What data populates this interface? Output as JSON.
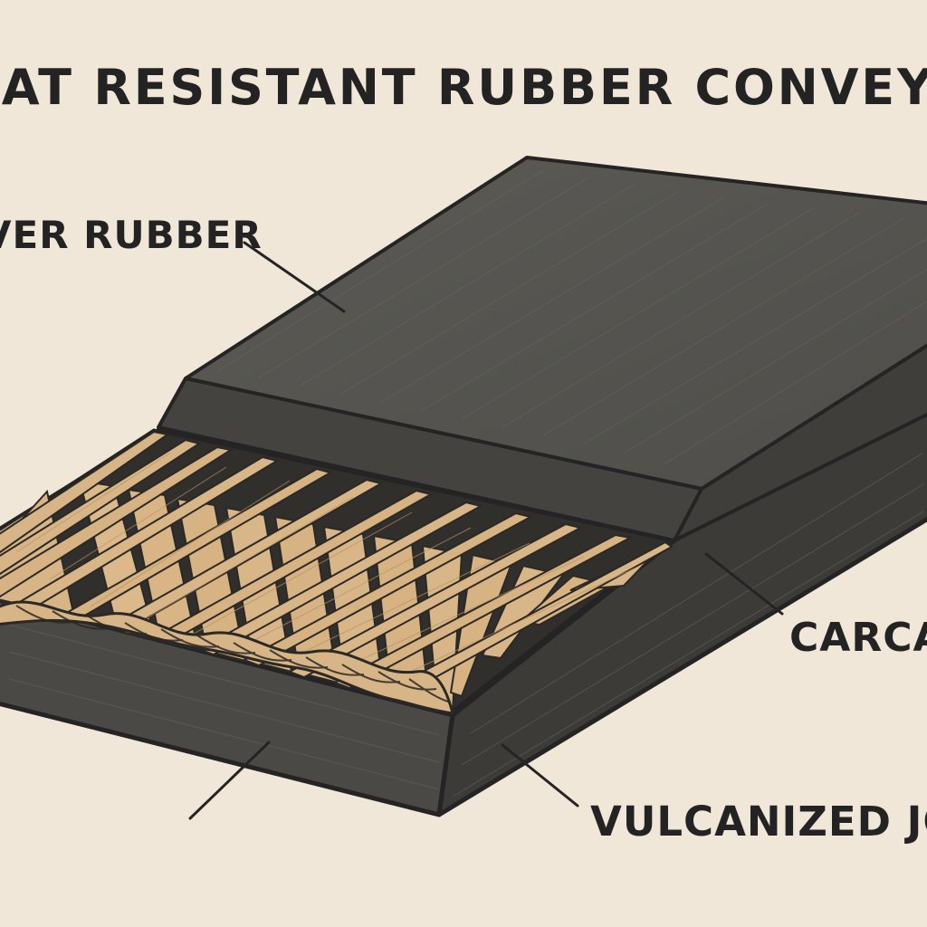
{
  "title": "EAT RESISTANT RUBBER CONVEYOR BEL",
  "labels": {
    "cover_rubber": "VER RUBBER",
    "carcass": "CARCAS",
    "vulcanized_joint": "VULCANIZED JOIN"
  },
  "colors": {
    "background": "#f1e7d8",
    "rubber_top": "#55544f",
    "rubber_side": "#3e3d3a",
    "outline": "#242424",
    "cord_fabric": "#d8b586",
    "text": "#232323"
  }
}
